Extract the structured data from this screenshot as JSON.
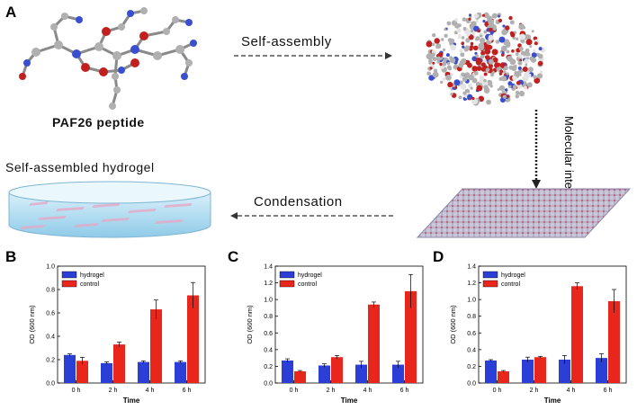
{
  "figure": {
    "panel_a": {
      "letter": "A",
      "peptide_label": "PAF26 peptide",
      "step_self_assembly": "Self-assembly",
      "step_molecular_interaction": "Molecular interaction",
      "step_condensation": "Condensation",
      "hydrogel_label": "Self-assembled hydrogel"
    },
    "colors": {
      "hydrogel": "#2b3fd6",
      "control": "#e8261c",
      "carbon": "#b0b0b0",
      "oxygen": "#c21f1f",
      "nitrogen": "#3a4fd0",
      "gel": "#bfe3f6"
    }
  },
  "chart_data": [
    {
      "panel": "B",
      "type": "bar",
      "categories": [
        "0 h",
        "2 h",
        "4 h",
        "6 h"
      ],
      "series": [
        {
          "name": "hydrogel",
          "values": [
            0.24,
            0.17,
            0.18,
            0.18
          ],
          "errors": [
            0.01,
            0.01,
            0.01,
            0.01
          ]
        },
        {
          "name": "control",
          "values": [
            0.19,
            0.33,
            0.63,
            0.75
          ],
          "errors": [
            0.03,
            0.02,
            0.08,
            0.11
          ]
        }
      ],
      "xlabel": "Time",
      "ylabel": "OD (600 nm)",
      "ylim": [
        0,
        1.0
      ],
      "yticks": [
        "0.0",
        "0.2",
        "0.4",
        "0.6",
        "0.8",
        "1.0"
      ],
      "legend": "top-left"
    },
    {
      "panel": "C",
      "type": "bar",
      "categories": [
        "0 h",
        "2 h",
        "4 h",
        "6 h"
      ],
      "series": [
        {
          "name": "hydrogel",
          "values": [
            0.27,
            0.21,
            0.22,
            0.22
          ],
          "errors": [
            0.02,
            0.02,
            0.04,
            0.04
          ]
        },
        {
          "name": "control",
          "values": [
            0.14,
            0.31,
            0.94,
            1.1
          ],
          "errors": [
            0.01,
            0.02,
            0.03,
            0.2
          ]
        }
      ],
      "xlabel": "Time",
      "ylabel": "OD (600 nm)",
      "ylim": [
        0,
        1.4
      ],
      "yticks": [
        "0.0",
        "0.2",
        "0.4",
        "0.6",
        "0.8",
        "1.0",
        "1.2",
        "1.4"
      ],
      "legend": "top-left"
    },
    {
      "panel": "D",
      "type": "bar",
      "categories": [
        "0 h",
        "2 h",
        "4 h",
        "6 h"
      ],
      "series": [
        {
          "name": "hydrogel",
          "values": [
            0.27,
            0.28,
            0.28,
            0.3
          ],
          "errors": [
            0.01,
            0.03,
            0.05,
            0.05
          ]
        },
        {
          "name": "control",
          "values": [
            0.14,
            0.31,
            1.16,
            0.98
          ],
          "errors": [
            0.01,
            0.01,
            0.04,
            0.14
          ]
        }
      ],
      "xlabel": "Time",
      "ylabel": "OD (600 nm)",
      "ylim": [
        0,
        1.4
      ],
      "yticks": [
        "0.0",
        "0.2",
        "0.4",
        "0.6",
        "0.8",
        "1.0",
        "1.2",
        "1.4"
      ],
      "legend": "top-left"
    }
  ]
}
